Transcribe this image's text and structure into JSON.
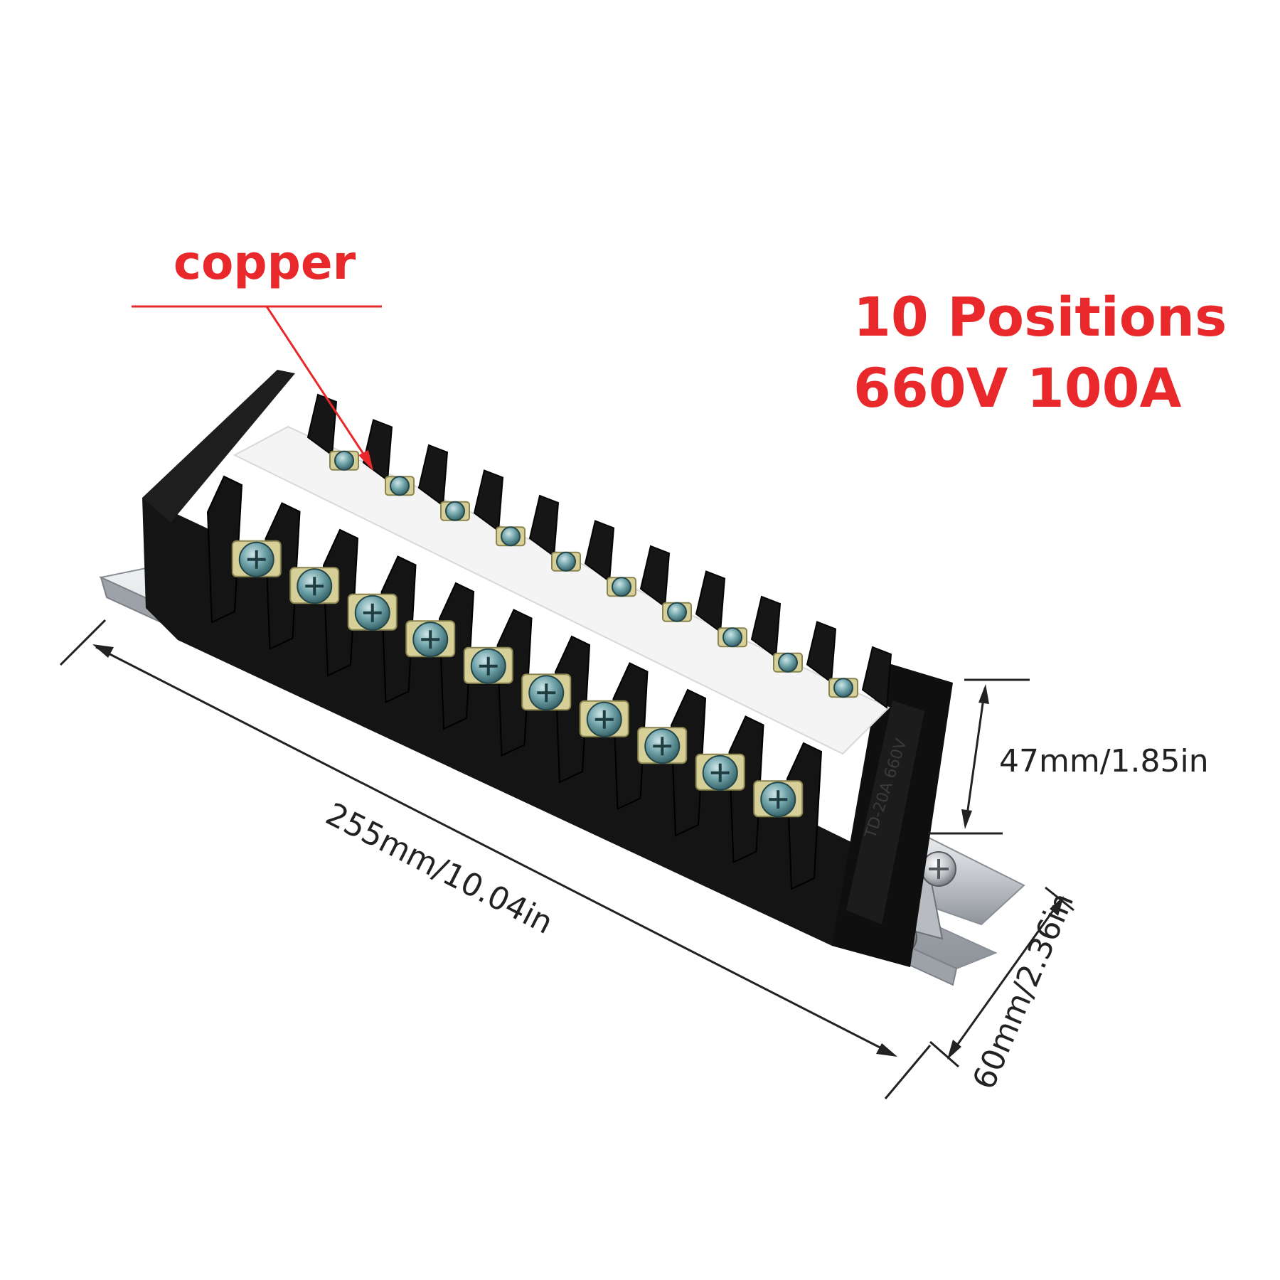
{
  "annotations": {
    "material_label": "copper",
    "positions_label": "10 Positions",
    "rating_label": "660V 100A"
  },
  "dimensions": {
    "length": "255mm/10.04in",
    "height": "47mm/1.85in",
    "width": "60mm/2.36in"
  },
  "product": {
    "terminal_count": 10,
    "side_marking": "TD-20A 660V"
  },
  "colors": {
    "accent_red": "#e8282a",
    "body_black": "#141414",
    "rail_silver": "#c9ccd0",
    "label_strip": "#f4f4f4",
    "terminal_brass": "#d6cf98",
    "screw_teal": "#5a8f96"
  }
}
